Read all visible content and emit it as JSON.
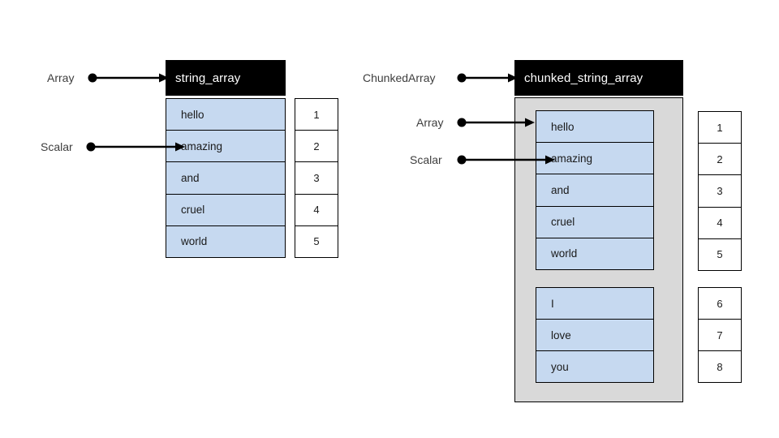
{
  "diagram": {
    "title": "Arrow Array vs ChunkedArray",
    "colors": {
      "header_bg": "#000000",
      "header_text": "#ffffff",
      "value_cell_bg": "#c6d9f0",
      "chunk_container_bg": "#d9d9d9",
      "index_cell_bg": "#ffffff",
      "stroke": "#000000",
      "label_text": "#3d3d3d"
    }
  },
  "left_structure": {
    "header_label": "string_array",
    "values": [
      "hello",
      "amazing",
      "and",
      "cruel",
      "world"
    ],
    "indices": [
      "1",
      "2",
      "3",
      "4",
      "5"
    ],
    "callouts": [
      {
        "label": "Array",
        "target": "string_array-header"
      },
      {
        "label": "Scalar",
        "target": "value-cell-amazing"
      }
    ]
  },
  "right_structure": {
    "header_label": "chunked_string_array",
    "chunks": [
      {
        "values": [
          "hello",
          "amazing",
          "and",
          "cruel",
          "world"
        ],
        "indices": [
          "1",
          "2",
          "3",
          "4",
          "5"
        ]
      },
      {
        "values": [
          "I",
          "love",
          "you"
        ],
        "indices": [
          "6",
          "7",
          "8"
        ]
      }
    ],
    "callouts": [
      {
        "label": "ChunkedArray",
        "target": "chunked_string_array-header"
      },
      {
        "label": "Array",
        "target": "chunk-0"
      },
      {
        "label": "Scalar",
        "target": "value-cell-amazing"
      }
    ]
  }
}
